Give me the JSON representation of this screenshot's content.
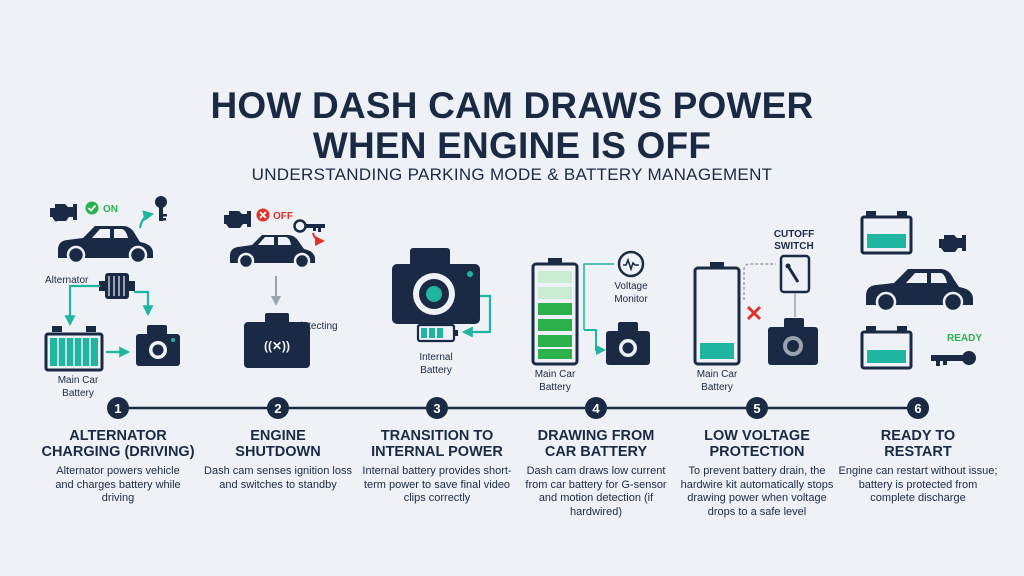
{
  "title_line1": "HOW DASH CAM DRAWS POWER",
  "title_line2": "WHEN ENGINE IS OFF",
  "subtitle": "UNDERSTANDING PARKING MODE & BATTERY MANAGEMENT",
  "labels": {
    "on": "ON",
    "off": "OFF",
    "alternator": "Alternator",
    "main_car_battery_1": "Main Car",
    "main_car_battery_2": "Battery",
    "detecting": "detecting",
    "internal_battery_1": "Internal",
    "internal_battery_2": "Battery",
    "voltage_monitor_1": "Voltage",
    "voltage_monitor_2": "Monitor",
    "cutoff_switch_1": "CUTOFF",
    "cutoff_switch_2": "SWITCH",
    "ready": "READY"
  },
  "steps": [
    {
      "number": "1",
      "title_1": "ALTERNATOR",
      "title_2": "CHARGING (DRIVING)",
      "description": "Alternator powers vehicle and charges battery while driving"
    },
    {
      "number": "2",
      "title_1": "ENGINE",
      "title_2": "SHUTDOWN",
      "description": "Dash cam senses ignition loss and switches to standby"
    },
    {
      "number": "3",
      "title_1": "TRANSITION TO",
      "title_2": "INTERNAL POWER",
      "description": "Internal battery provides short-term power to save final video clips correctly"
    },
    {
      "number": "4",
      "title_1": "DRAWING FROM",
      "title_2": "CAR BATTERY",
      "description": "Dash cam draws low current from car battery for G-sensor and motion detection (if hardwired)"
    },
    {
      "number": "5",
      "title_1": "LOW VOLTAGE",
      "title_2": "PROTECTION",
      "description": "To prevent battery drain, the hardwire kit automatically stops drawing power when voltage drops to a safe level"
    },
    {
      "number": "6",
      "title_1": "READY TO",
      "title_2": "RESTART",
      "description": "Engine can restart without issue; battery is protected from complete discharge"
    }
  ],
  "colors": {
    "navy": "#1b2a44",
    "teal": "#1fb5a0",
    "green": "#2bb24c",
    "red": "#e0322b",
    "gray": "#9aa3ae"
  }
}
